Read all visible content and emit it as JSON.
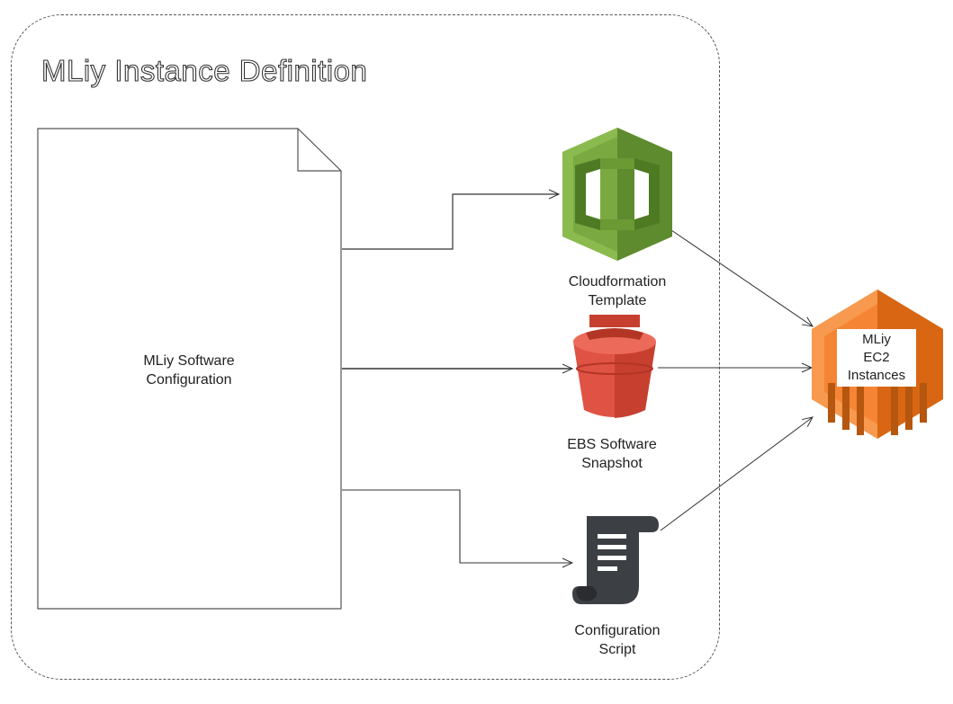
{
  "group": {
    "title": "MLiy Instance Definition"
  },
  "document": {
    "label_line1": "MLiy Software",
    "label_line2": "Configuration"
  },
  "cloudformation": {
    "label_line1": "Cloudformation",
    "label_line2": "Template",
    "icon": "cloudformation-icon",
    "color": "#6b9a35"
  },
  "ebs": {
    "label_line1": "EBS Software",
    "label_line2": "Snapshot",
    "icon": "s3-bucket-icon",
    "color": "#e05243"
  },
  "script": {
    "label_line1": "Configuration",
    "label_line2": "Script",
    "icon": "script-scroll-icon",
    "color": "#3c3f44"
  },
  "ec2": {
    "label_line1": "MLiy",
    "label_line2": "EC2",
    "label_line3": "Instances",
    "icon": "ec2-icon",
    "color": "#f58534"
  }
}
